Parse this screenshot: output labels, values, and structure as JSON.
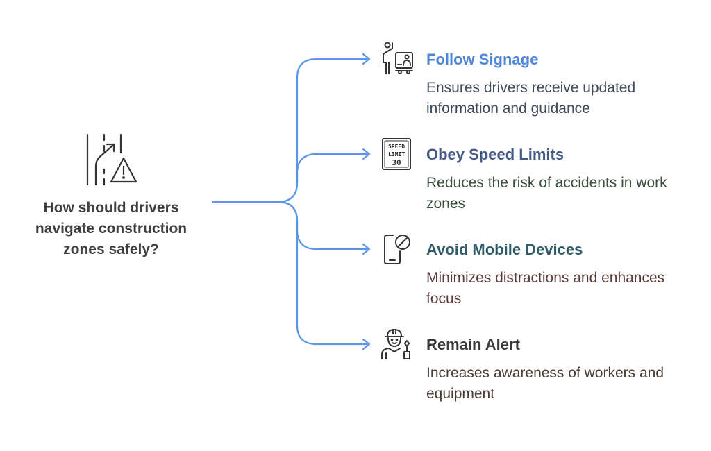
{
  "root": {
    "question": "How should drivers navigate construction zones safely?",
    "icon": "road-merge-warning-icon"
  },
  "connector_color": "#5b95e8",
  "branches": [
    {
      "title": "Follow Signage",
      "description": "Ensures drivers receive updated information and guidance",
      "icon": "flagger-signage-icon",
      "title_color": "#4f87d8",
      "description_color": "#3f4a5a"
    },
    {
      "title": "Obey Speed Limits",
      "description": "Reduces the risk of accidents in work zones",
      "icon": "speed-limit-sign-icon",
      "sign_lines": [
        "SPEED",
        "LIMIT",
        "30"
      ],
      "title_color": "#465a86",
      "description_color": "#3a4f3e"
    },
    {
      "title": "Avoid Mobile Devices",
      "description": "Minimizes distractions and enhances focus",
      "icon": "no-phone-icon",
      "title_color": "#2f5e6a",
      "description_color": "#5a3a3a"
    },
    {
      "title": "Remain Alert",
      "description": "Increases awareness of workers and equipment",
      "icon": "construction-worker-icon",
      "title_color": "#3b3b3b",
      "description_color": "#4a3a33"
    }
  ]
}
